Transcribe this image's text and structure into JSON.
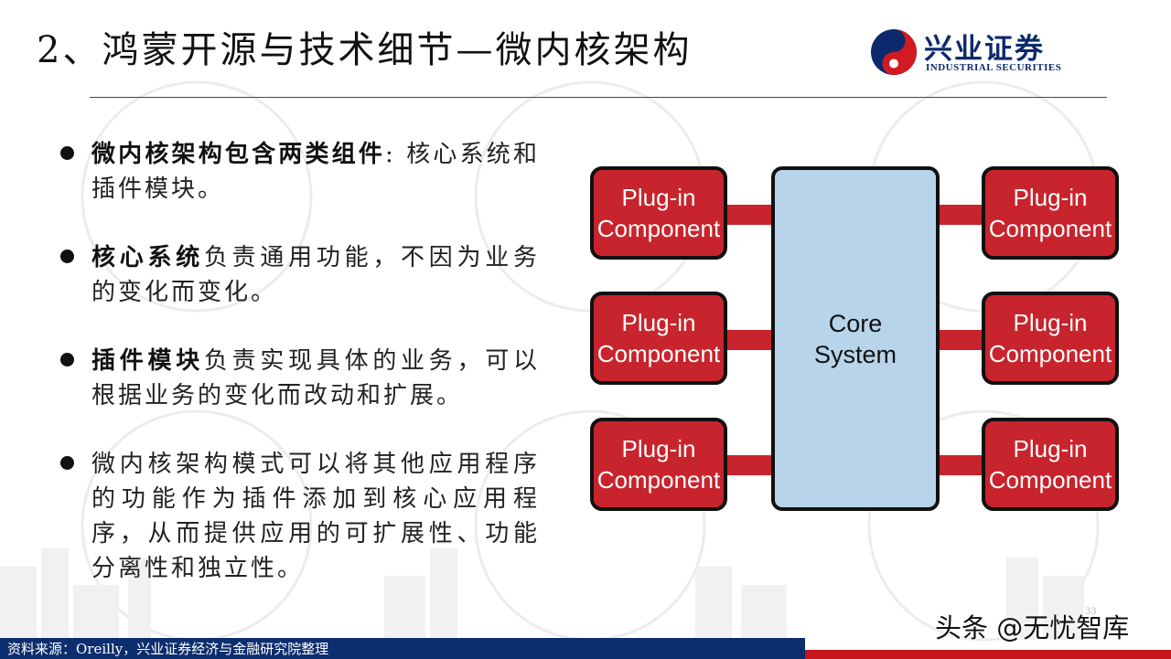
{
  "title": "2、鸿蒙开源与技术细节—微内核架构",
  "logo": {
    "name": "兴业证券",
    "subtitle": "INDUSTRIAL SECURITIES"
  },
  "bullets": [
    {
      "bold": "微内核架构包含两类组件",
      "text": ": 核心系统和插件模块。"
    },
    {
      "bold": "核心系统",
      "text": "负责通用功能，不因为业务的变化而变化。"
    },
    {
      "bold": "插件模块",
      "text": "负责实现具体的业务，可以根据业务的变化而改动和扩展。"
    },
    {
      "bold": "",
      "text": "微内核架构模式可以将其他应用程序的功能作为插件添加到核心应用程序，从而提供应用的可扩展性、功能分离性和独立性。"
    }
  ],
  "diagram": {
    "core": {
      "line1": "Core",
      "line2": "System"
    },
    "plugins": [
      {
        "line1": "Plug-in",
        "line2": "Component"
      },
      {
        "line1": "Plug-in",
        "line2": "Component"
      },
      {
        "line1": "Plug-in",
        "line2": "Component"
      },
      {
        "line1": "Plug-in",
        "line2": "Component"
      },
      {
        "line1": "Plug-in",
        "line2": "Component"
      },
      {
        "line1": "Plug-in",
        "line2": "Component"
      }
    ],
    "colors": {
      "plugin_fill": "#c8242d",
      "core_fill": "#b8d4ea",
      "connector": "#c8242d",
      "outline": "#111111"
    }
  },
  "footer": {
    "source": "资料来源：Oreilly，兴业证券经济与金融研究院整理"
  },
  "brand_watermark": "头条 @无忧智库",
  "page_number": "33"
}
